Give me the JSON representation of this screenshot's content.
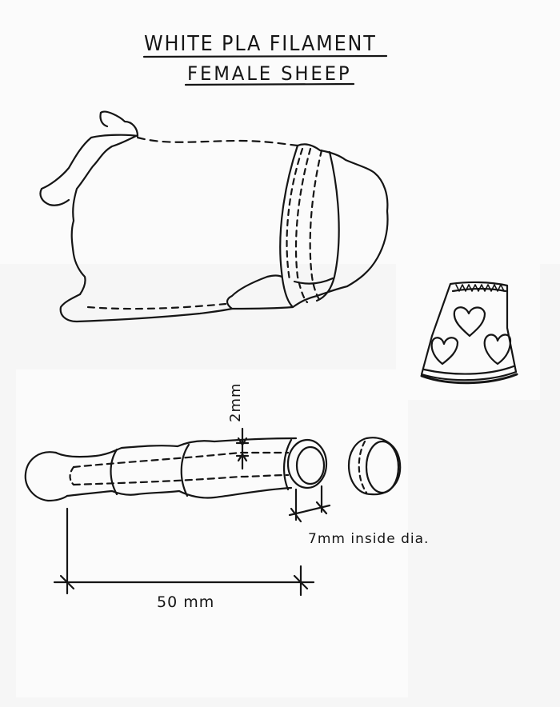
{
  "title": {
    "line1": "WHITE PLA FILAMENT",
    "line2": "FEMALE SHEEP"
  },
  "dimensions": {
    "wall": "2mm",
    "inside_diameter": "7mm inside dia.",
    "length": "50 mm"
  }
}
